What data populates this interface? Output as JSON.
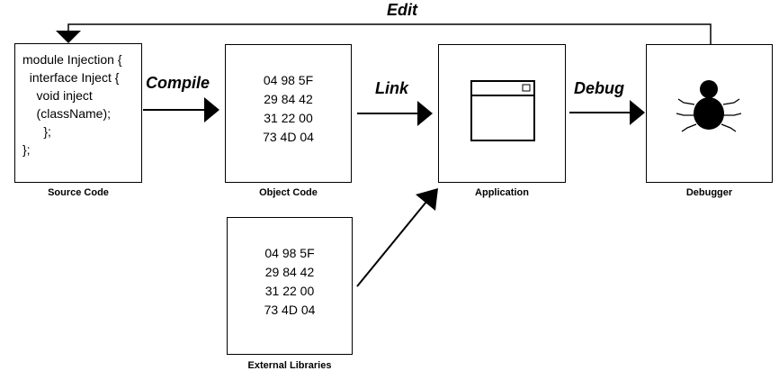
{
  "nodes": {
    "source_code": {
      "caption": "Source Code",
      "code_lines": [
        "module Injection {",
        "  interface Inject {",
        "    void inject",
        "    (className);",
        "      };",
        "};"
      ]
    },
    "object_code": {
      "caption": "Object Code",
      "hex_lines": [
        "04 98 5F",
        "29 84 42",
        "31 22 00",
        "73 4D 04"
      ]
    },
    "application": {
      "caption": "Application",
      "icon": "window-icon"
    },
    "debugger": {
      "caption": "Debugger",
      "icon": "bug-icon"
    },
    "external_libraries": {
      "caption": "External Libraries",
      "hex_lines": [
        "04 98 5F",
        "29 84 42",
        "31 22 00",
        "73 4D 04"
      ]
    }
  },
  "edges": {
    "compile": "Compile",
    "link": "Link",
    "debug": "Debug",
    "edit": "Edit"
  }
}
